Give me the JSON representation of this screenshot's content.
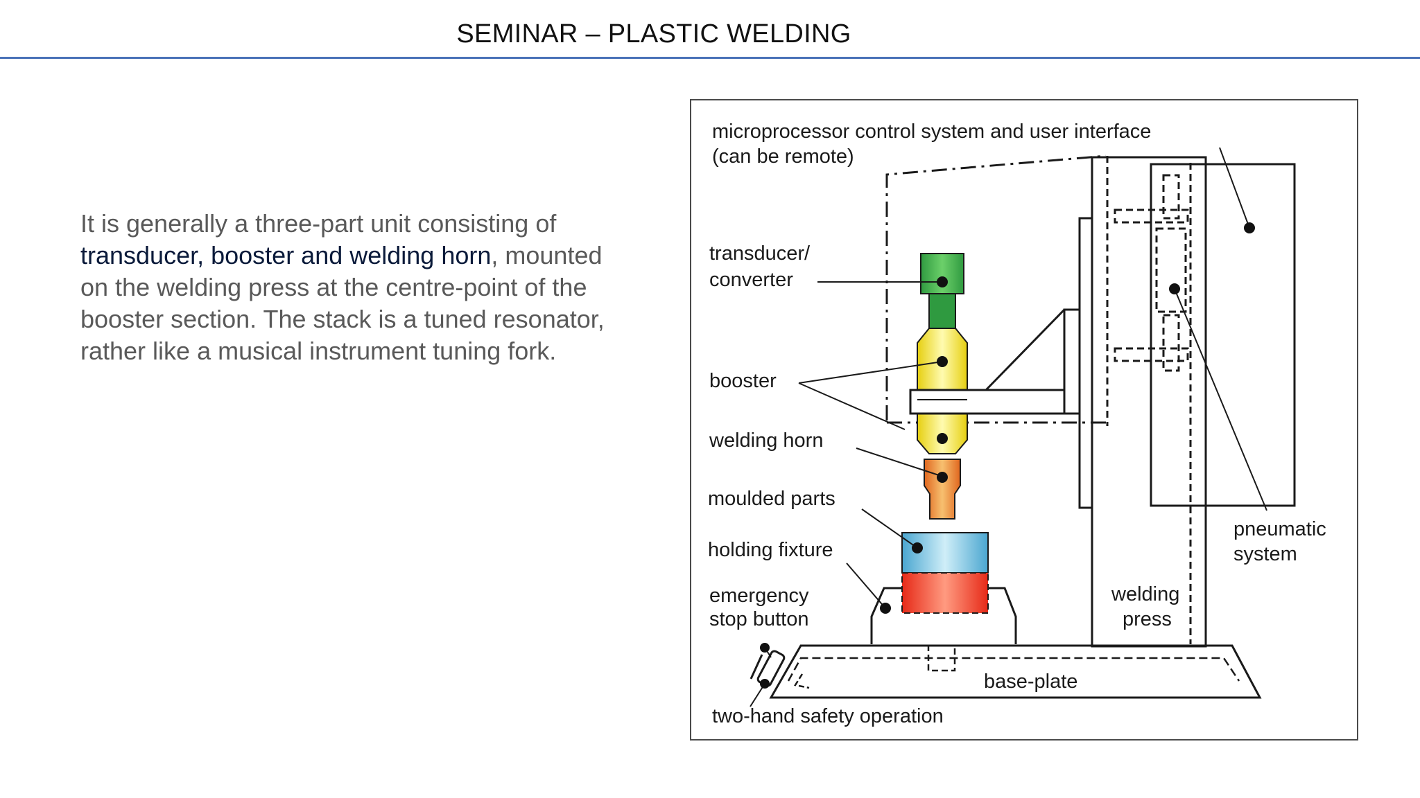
{
  "header": {
    "title": "SEMINAR – PLASTIC WELDING"
  },
  "content": {
    "text_before": "It is generally a three-part unit consisting of ",
    "text_highlight": "transducer, booster and welding horn",
    "text_after": ", mounted on the welding press at the centre-point of the booster section. The stack is a tuned resonator, rather like a musical instrument tuning fork."
  },
  "diagram": {
    "labels": {
      "control_1": "microprocessor control system and user interface",
      "control_2": "(can be remote)",
      "transducer_1": "transducer/",
      "transducer_2": "converter",
      "booster": "booster",
      "welding_horn": "welding horn",
      "moulded_parts": "moulded parts",
      "holding_fixture": "holding fixture",
      "estop_1": "emergency",
      "estop_2": "stop button",
      "press_1": "welding",
      "press_2": "press",
      "pneumatic_1": "pneumatic",
      "pneumatic_2": "system",
      "base_plate": "base-plate",
      "two_hand": "two-hand safety operation"
    },
    "colors": {
      "transducer": "#3aa84a",
      "booster": "#f2e21c",
      "horn": "#e8792a",
      "fixture_top": "#5cb2d8",
      "fixture_bottom": "#e8301e",
      "line": "#1a1a1a"
    }
  }
}
